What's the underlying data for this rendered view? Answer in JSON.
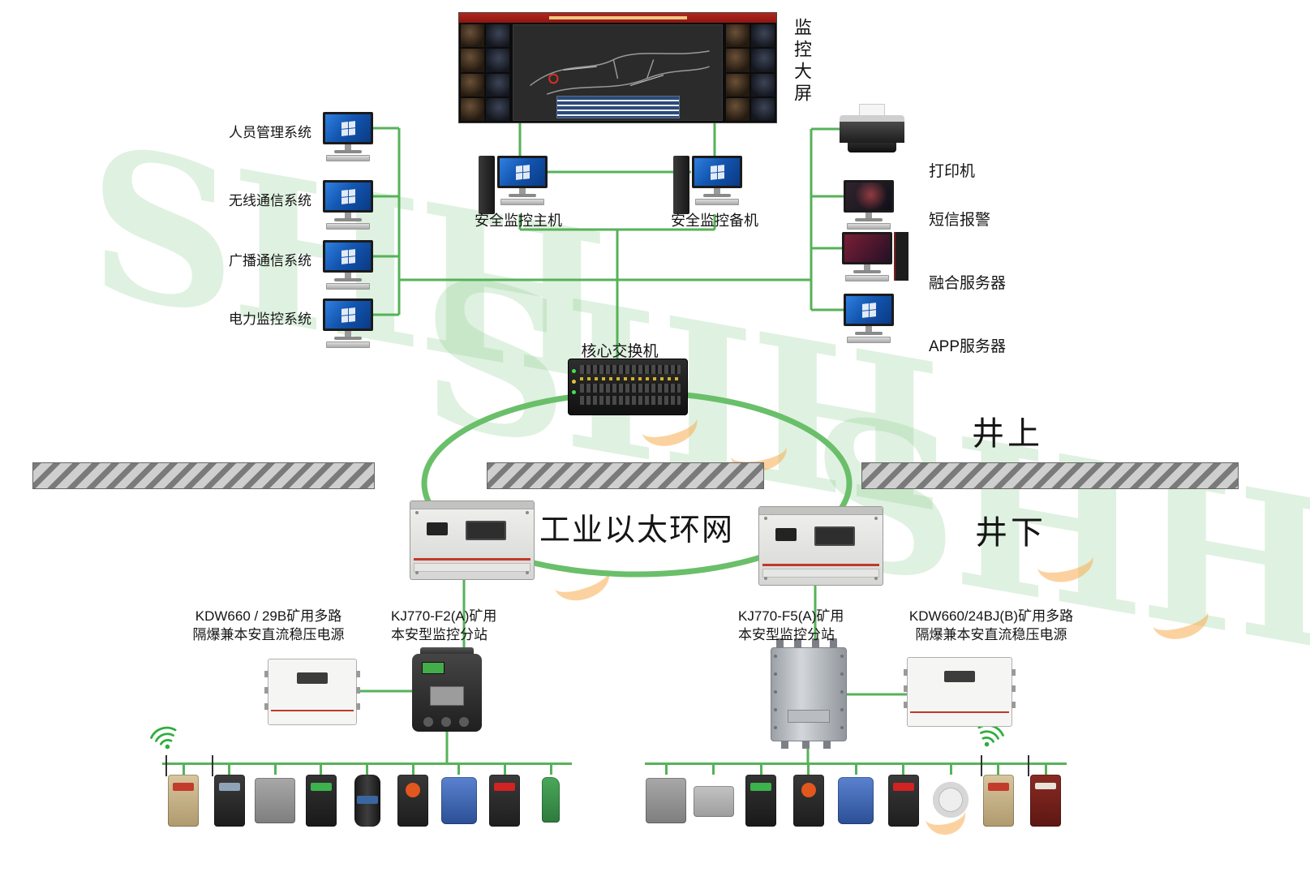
{
  "watermark": {
    "text": "SHH"
  },
  "colors": {
    "line_green": "#56b259",
    "ring_green": "#6abf6a",
    "alarm_red": "#c0392b"
  },
  "big_screen": {
    "label": "监控大屏"
  },
  "left_systems": [
    {
      "label": "人员管理系统"
    },
    {
      "label": "无线通信系统"
    },
    {
      "label": "广播通信系统"
    },
    {
      "label": "电力监控系统"
    }
  ],
  "hosts": [
    {
      "label": "安全监控主机"
    },
    {
      "label": "安全监控备机"
    }
  ],
  "right_devices": [
    {
      "label": "打印机",
      "icon": "printer-icon"
    },
    {
      "label": "短信报警",
      "icon": "monitor-icon"
    },
    {
      "label": "融合服务器",
      "icon": "server-pc-icon"
    },
    {
      "label": "APP服务器",
      "icon": "monitor-icon"
    }
  ],
  "core_switch": {
    "label": "核心交换机"
  },
  "zones": {
    "surface": "井上",
    "underground": "井下"
  },
  "ring": {
    "label": "工业以太环网"
  },
  "underground_nodes": [
    {
      "line1": "KDW660 / 29B矿用多路",
      "line2": "隔爆兼本安直流稳压电源"
    },
    {
      "line1": "KJ770-F2(A)矿用",
      "line2": "本安型监控分站"
    },
    {
      "line1": "KJ770-F5(A)矿用",
      "line2": "本安型监控分站"
    },
    {
      "line1": "KDW660/24BJ(B)矿用多路",
      "line2": "隔爆兼本安直流稳压电源"
    }
  ],
  "sensor_groups": [
    {
      "name": "left-sensors",
      "devices": [
        {
          "icon": "wireless-methane-sensor-icon",
          "variant": "tan-ant"
        },
        {
          "icon": "gas-sensor-icon",
          "variant": "black-ant"
        },
        {
          "icon": "sensor-box-icon",
          "variant": "gray-box"
        },
        {
          "icon": "display-sensor-icon",
          "variant": "green-disp"
        },
        {
          "icon": "cylinder-sensor-icon",
          "variant": "black-cyl"
        },
        {
          "icon": "gauge-sensor-icon",
          "variant": "orange-disp"
        },
        {
          "icon": "valve-sensor-icon",
          "variant": "blue-clamp"
        },
        {
          "icon": "alarm-sensor-icon",
          "variant": "red-disp"
        },
        {
          "icon": "clamp-sensor-icon",
          "variant": "green-clamp"
        }
      ]
    },
    {
      "name": "right-sensors",
      "devices": [
        {
          "icon": "sensor-box-icon",
          "variant": "gray-box"
        },
        {
          "icon": "plate-sensor-icon",
          "variant": "gray-plate"
        },
        {
          "icon": "display-sensor-icon",
          "variant": "green-disp"
        },
        {
          "icon": "gauge-sensor-icon",
          "variant": "orange-disp"
        },
        {
          "icon": "valve-sensor-icon",
          "variant": "blue-clamp"
        },
        {
          "icon": "alarm-sensor-icon",
          "variant": "red-disp"
        },
        {
          "icon": "cable-coil-icon",
          "variant": "white-coil"
        },
        {
          "icon": "wireless-methane-sensor-icon",
          "variant": "tan-ant"
        },
        {
          "icon": "wireless-sensor-icon",
          "variant": "darkred-ant"
        }
      ]
    }
  ]
}
